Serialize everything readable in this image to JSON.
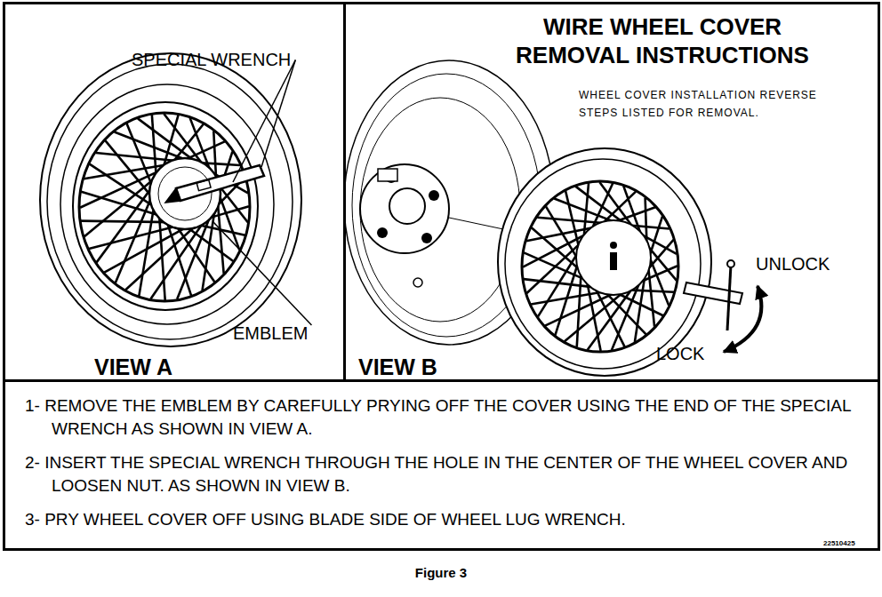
{
  "diagram": {
    "title": "WIRE WHEEL COVER REMOVAL INSTRUCTIONS",
    "caption": "Figure 3",
    "nodes": [
      {
        "text": [
          "VIEW A"
        ]
      },
      {
        "text": [
          "WHEEL COVER INSTALLATION REVERSE STEPS LISTED FOR REMOVAL.",
          "VIEW B"
        ]
      },
      {
        "text": [
          "1- REMOVE THE EMBLEM BY CAREFULLY PRYING OFF THE COVER USING THE END OF THE SPECIAL WRENCH AS SHOWN IN VIEW A.",
          "2- INSERT THE SPECIAL WRENCH THROUGH THE HOLE IN THE CENTER OF THE WHEEL COVER AND LOOSEN NUT. AS SHOWN IN VIEW B.",
          "3- PRY WHEEL COVER OFF USING BLADE SIDE OF WHEEL LUG WRENCH."
        ]
      }
    ],
    "labels": [
      "SPECIAL WRENCH",
      "EMBLEM",
      "UNLOCK",
      "LOCK",
      "22510425"
    ]
  }
}
